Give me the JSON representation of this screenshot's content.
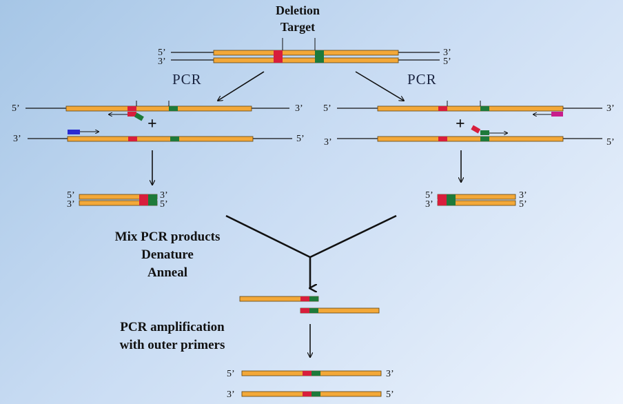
{
  "diagram": {
    "title_line1": "Deletion",
    "title_line2": "Target",
    "pcr_left": "PCR",
    "pcr_right": "PCR",
    "plus": "+",
    "step1_line1": "Mix PCR products",
    "step1_line2": "Denature",
    "step1_line3": "Anneal",
    "step2_line1": "PCR amplification",
    "step2_line2": "with outer primers",
    "end_5": "5’",
    "end_3": "3’"
  },
  "colors": {
    "dna": "#f3a838",
    "dna_outline": "#5a4010",
    "red": "#d81e3c",
    "green": "#1e7a3a",
    "blue": "#2a2ad0",
    "magenta": "#c81e8c",
    "line": "#111111"
  }
}
